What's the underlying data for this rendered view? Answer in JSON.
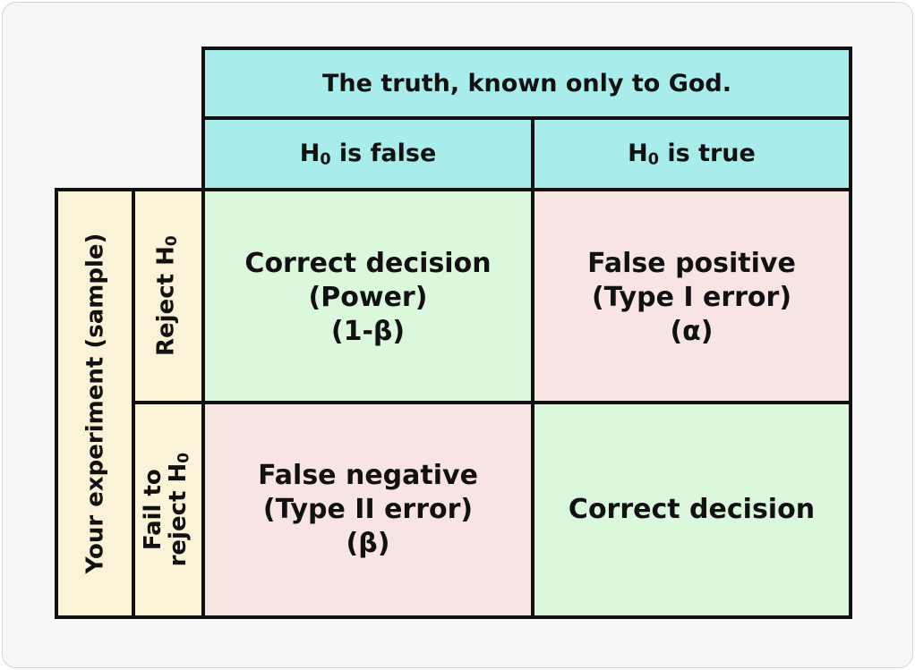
{
  "header": {
    "title": "The truth, known only to God.",
    "col_false": {
      "prefix": "H",
      "sub": "0",
      "suffix": " is false"
    },
    "col_true": {
      "prefix": "H",
      "sub": "0",
      "suffix": " is true"
    }
  },
  "rows": {
    "group_label": "Your experiment (sample)",
    "reject": {
      "prefix": "Reject H",
      "sub": "0"
    },
    "fail": {
      "line1": "Fail to",
      "prefix": "reject H",
      "sub": "0"
    }
  },
  "cells": {
    "reject_false": [
      "Correct decision",
      "(Power)",
      "(1-β)"
    ],
    "reject_true": [
      "False positive",
      "(Type I error)",
      "(α)"
    ],
    "fail_false": [
      "False negative",
      "(Type II error)",
      "(β)"
    ],
    "fail_true": [
      "Correct decision"
    ]
  },
  "colors": {
    "header": "#a9ecec",
    "correct": "#dbf8dc",
    "error": "#f9e4e4",
    "rowlabel": "#fbf3d8"
  }
}
